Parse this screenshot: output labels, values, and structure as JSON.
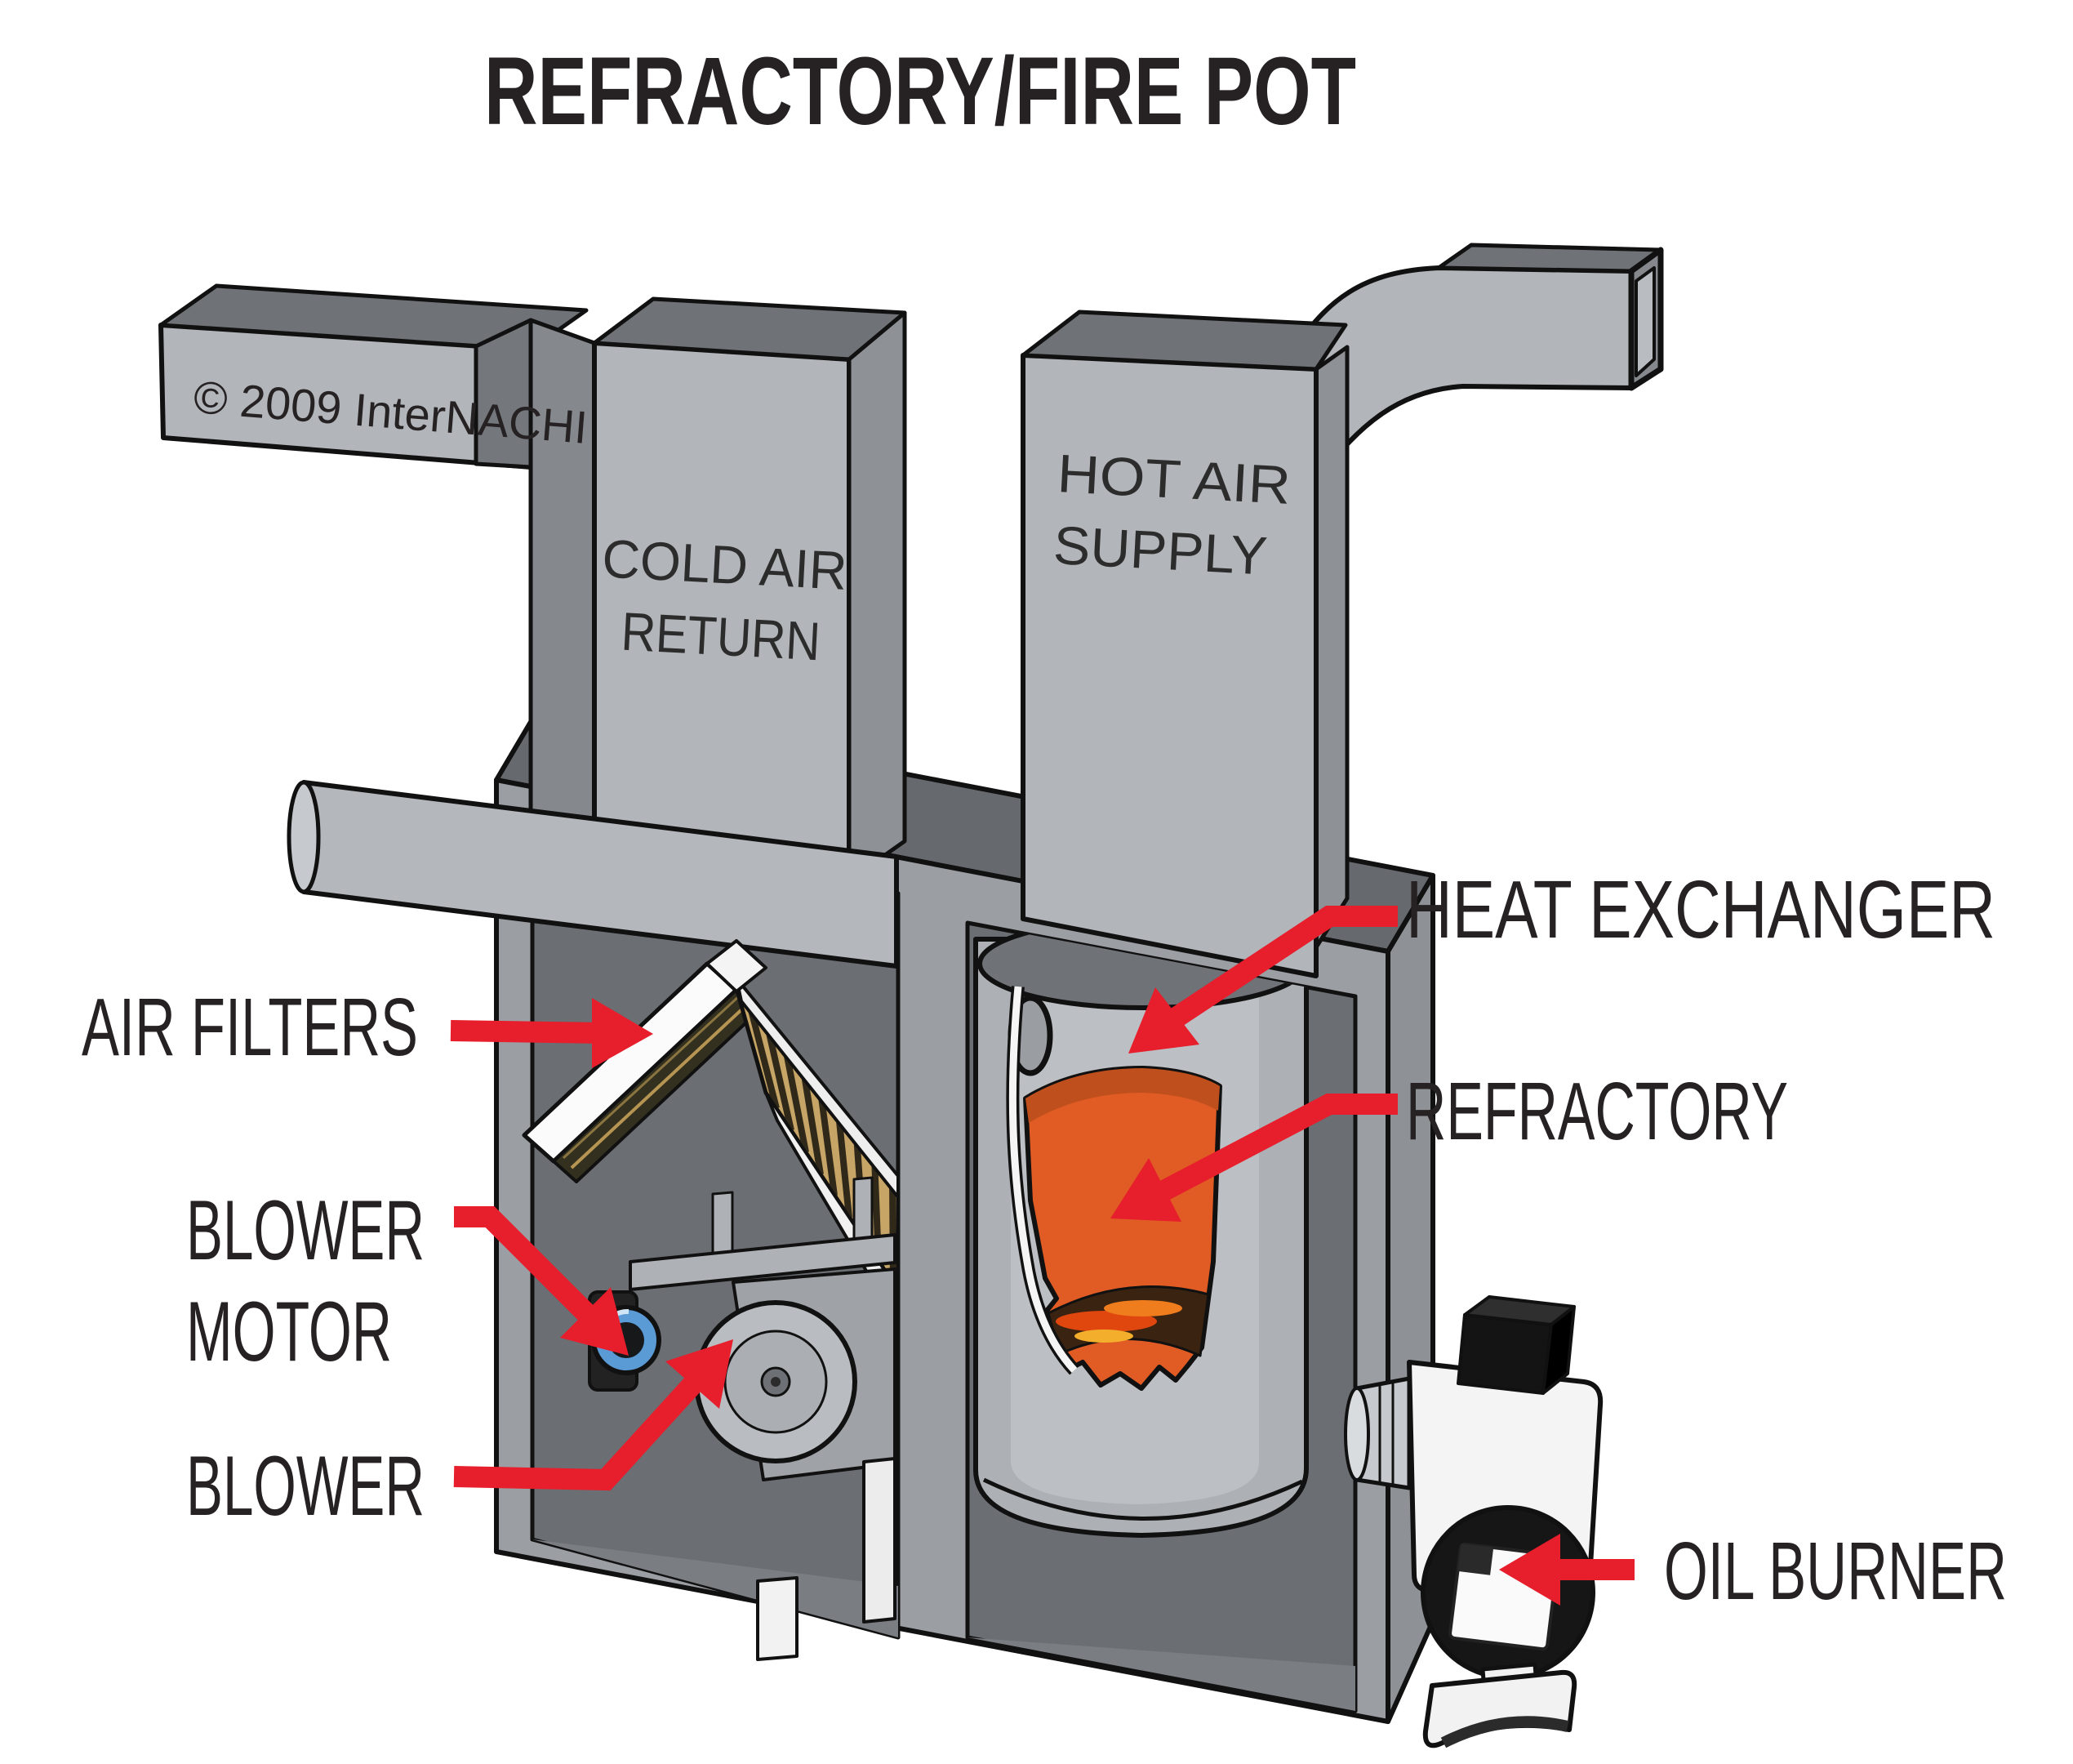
{
  "title": "REFRACTORY/FIRE POT",
  "copyright": "© 2009 InterNACHI",
  "ducts": {
    "cold_air_return": {
      "line1": "COLD AIR",
      "line2": "RETURN"
    },
    "hot_air_supply": {
      "line1": "HOT AIR",
      "line2": "SUPPLY"
    }
  },
  "labels": {
    "air_filters": "AIR FILTERS",
    "blower_motor_line1": "BLOWER",
    "blower_motor_line2": "MOTOR",
    "blower": "BLOWER",
    "heat_exchanger": "HEAT EXCHANGER",
    "refractory": "REFRACTORY",
    "oil_burner": "OIL BURNER"
  },
  "colors": {
    "background": "#ffffff",
    "arrow_red": "#e71e2c",
    "text_dark": "#262223",
    "duct_gray": "#b2b5b9",
    "duct_top_gray": "#6f7276",
    "cabinet_gray": "#9b9ea2",
    "interior_gray": "#6b6e72",
    "cylinder_gray": "#adb0b4",
    "refractory_orange": "#e15c24",
    "fire_dark": "#3a2310",
    "motor_blue": "#5b9bd5",
    "filter_tan": "#c7a566",
    "burner_white": "#f4f4f5"
  }
}
